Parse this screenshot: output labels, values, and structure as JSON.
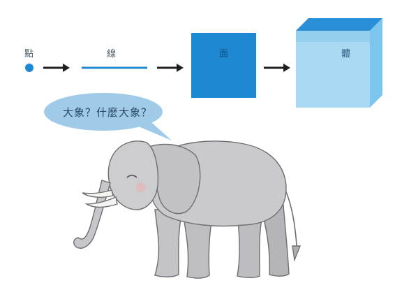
{
  "diagram": {
    "labels": {
      "point": "點",
      "line": "線",
      "plane": "面",
      "solid": "體"
    },
    "bubble_text": "大象？什麼大象？"
  },
  "colors": {
    "primary_blue": "#1e88d2",
    "light_blue": "#a9d8f2",
    "mid_blue": "#6cbfe9",
    "arrow": "#1f1f1f",
    "bubble": "#9fcbe8",
    "elephant": "#c9c9cc",
    "elephant_shade": "#a9a9ad"
  }
}
